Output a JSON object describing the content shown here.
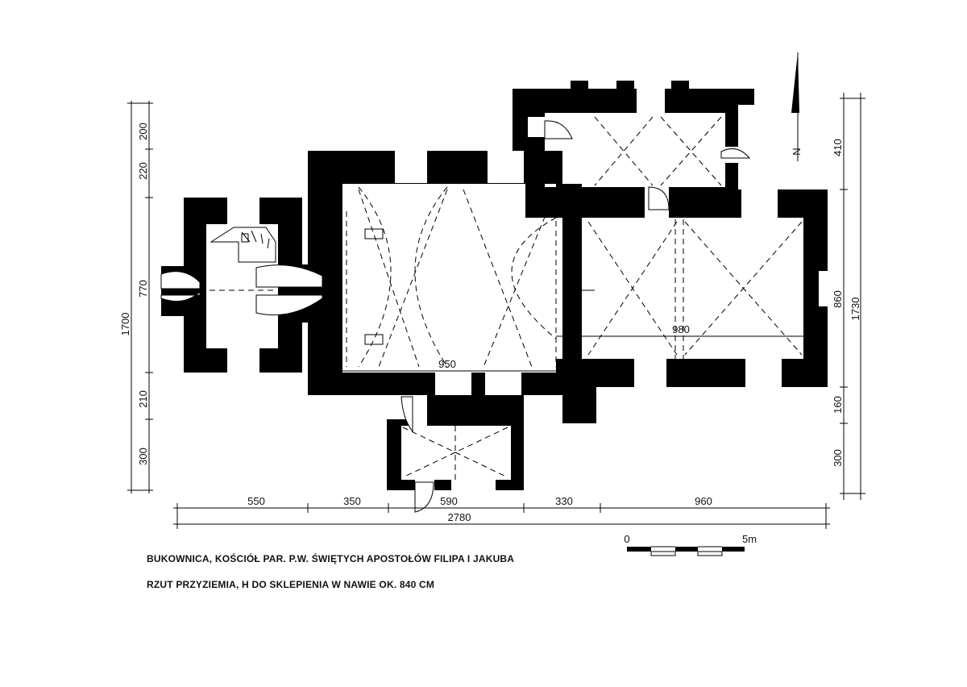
{
  "caption": {
    "line1": "BUKOWNICA, KOŚCIÓŁ PAR. P.W. ŚWIĘTYCH  APOSTOŁÓW FILIPA I JAKUBA",
    "line2": "RZUT  PRZYZIEMIA, H  DO SKLEPIENIA  W  NAWIE  OK. 840 CM"
  },
  "dimensions": {
    "left_segments": [
      "200",
      "220",
      "770",
      "210",
      "300"
    ],
    "left_total": "1700",
    "right_segments": [
      "410",
      "860",
      "160",
      "300"
    ],
    "right_total": "1730",
    "bottom_segments": [
      "550",
      "350",
      "590",
      "330",
      "960"
    ],
    "bottom_total": "2780",
    "nave_width": "950",
    "chancel_width": "980"
  },
  "scale": {
    "start": "0",
    "end": "5m"
  },
  "north": "N"
}
